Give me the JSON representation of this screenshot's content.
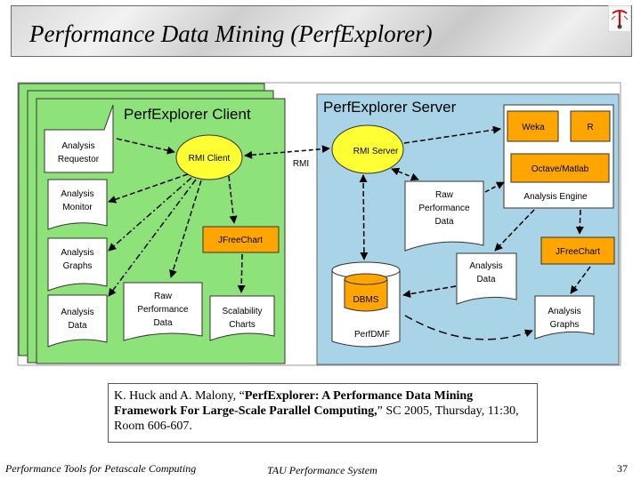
{
  "slide": {
    "title": "Performance Data Mining (PerfExplorer)",
    "footer_left": "Performance Tools for Petascale Computing",
    "footer_center": "TAU Performance System",
    "page_number": "37"
  },
  "citation": {
    "authors": "K. Huck and A. Malony, “",
    "bold_title": "PerfExplorer: A Performance Data Mining Framework For Large-Scale Parallel Computing,",
    "rest": "” SC 2005, Thursday, 11:30, Room 606-607."
  },
  "diagram": {
    "client_header": "PerfExplorer Client",
    "server_header": "PerfExplorer Server",
    "rmi_label": "RMI",
    "client": {
      "analysis_requestor": [
        "Analysis",
        "Requestor"
      ],
      "analysis_monitor": [
        "Analysis",
        "Monitor"
      ],
      "analysis_graphs": [
        "Analysis",
        "Graphs"
      ],
      "analysis_data": [
        "Analysis",
        "Data"
      ],
      "raw_performance_data": [
        "Raw",
        "Performance",
        "Data"
      ],
      "scalability_charts": [
        "Scalability",
        "Charts"
      ],
      "rmi_client": "RMI Client",
      "jfreechart": "JFreeChart"
    },
    "server": {
      "rmi_server": "RMI Server",
      "weka": "Weka",
      "r": "R",
      "octave_matlab": "Octave/Matlab",
      "analysis_engine": "Analysis Engine",
      "raw_performance_data": [
        "Raw",
        "Performance",
        "Data"
      ],
      "jfreechart": "JFreeChart",
      "analysis_data": [
        "Analysis",
        "Data"
      ],
      "dbms": "DBMS",
      "perfdmf": "PerfDMF",
      "analysis_graphs": [
        "Analysis",
        "Graphs"
      ]
    }
  },
  "colors": {
    "client_green": "#8ee27a",
    "server_blue": "#a9d3e6",
    "node_yellow": "#ffff33",
    "node_orange": "#ffa500"
  }
}
